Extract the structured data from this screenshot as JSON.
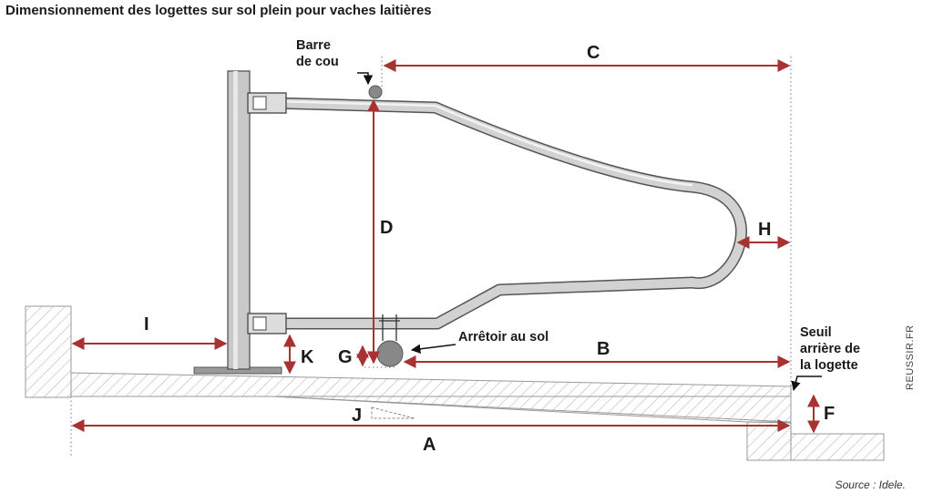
{
  "title": "Dimensionnement des logettes sur sol plein pour vaches laitières",
  "labels": {
    "A": "A",
    "B": "B",
    "C": "C",
    "D": "D",
    "F": "F",
    "G": "G",
    "H": "H",
    "I": "I",
    "J": "J",
    "K": "K"
  },
  "annotations": {
    "barre_line1": "Barre",
    "barre_line2": "de cou",
    "arretoir": "Arrêtoir au sol",
    "seuil_line1": "Seuil",
    "seuil_line2": "arrière de",
    "seuil_line3": "la logette"
  },
  "source": "Source : Idele.",
  "watermark": "REUSSIR.FR",
  "colors": {
    "dimension": "#a83232",
    "hatch": "#b8b8b8",
    "pipe_outline": "#555555",
    "pipe_fill": "#d0d0d0"
  }
}
